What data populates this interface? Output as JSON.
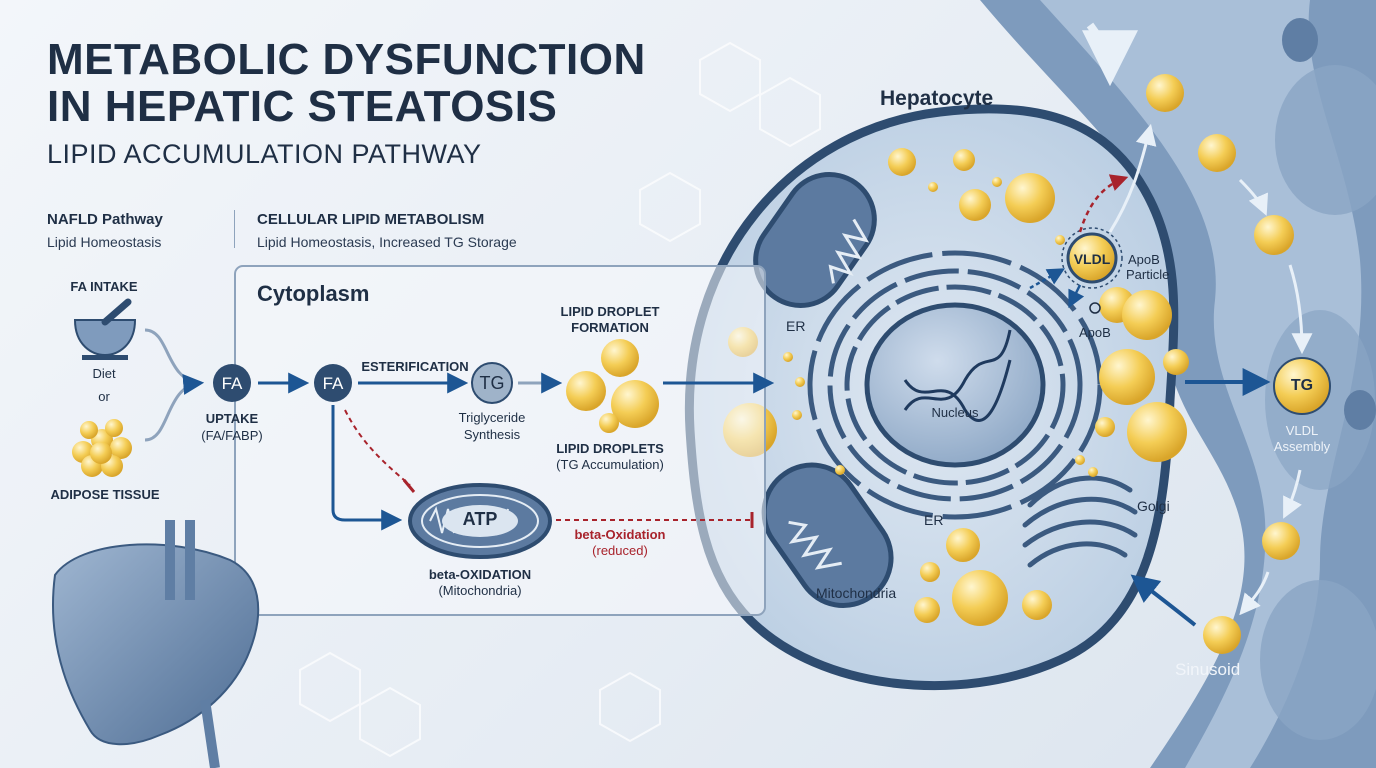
{
  "title_line1": "METABOLIC DYSFUNCTION",
  "title_line2": "IN HEPATIC STEATOSIS",
  "subtitle": "LIPID ACCUMULATION PATHWAY",
  "header_left": {
    "title": "NAFLD Pathway",
    "sub": "Lipid Homeostasis"
  },
  "header_right": {
    "title": "CELLULAR LIPID METABOLISM",
    "sub": "Lipid Homeostasis, Increased TG Storage"
  },
  "cytoplasm_label": "Cytoplasm",
  "intake": {
    "title": "FA INTAKE",
    "diet": "Diet",
    "or": "or",
    "adipose": "ADIPOSE TISSUE"
  },
  "fa1": {
    "node": "FA",
    "label1": "UPTAKE",
    "label2": "(FA/FABP)"
  },
  "fa2": {
    "node": "FA"
  },
  "esterification": "ESTERIFICATION",
  "tg_node": {
    "node": "TG",
    "label1": "Triglyceride",
    "label2": "Synthesis"
  },
  "droplet_formation": {
    "line1": "LIPID DROPLET",
    "line2": "FORMATION"
  },
  "droplets": {
    "line1": "LIPID DROPLETS",
    "line2": "(TG Accumulation)"
  },
  "mito_small": {
    "atp": "ATP",
    "line1": "beta-OXIDATION",
    "line2": "(Mitochondria)"
  },
  "beta_reduced": {
    "line1": "beta-Oxidation",
    "line2": "(reduced)"
  },
  "cell": {
    "hepatocyte": "Hepatocyte",
    "er_top": "ER",
    "er_bottom": "ER",
    "nucleus": "Nucleus",
    "golgi": "Golgi",
    "mitochondria": "Mitochondria",
    "vldl": "VLDL",
    "apob_particle_1": "ApoB",
    "apob_particle_2": "Particle",
    "apob": "ApoB"
  },
  "sinusoid": {
    "label": "Sinusoid",
    "tg": "TG",
    "vldl_label1": "VLDL",
    "vldl_label2": "Assembly"
  },
  "colors": {
    "navy": "#2e4c70",
    "arrow": "#1d5694",
    "inhibit": "#a8232c",
    "lipid": "#f2c84b",
    "cell_fill": "#c9d8e8"
  }
}
